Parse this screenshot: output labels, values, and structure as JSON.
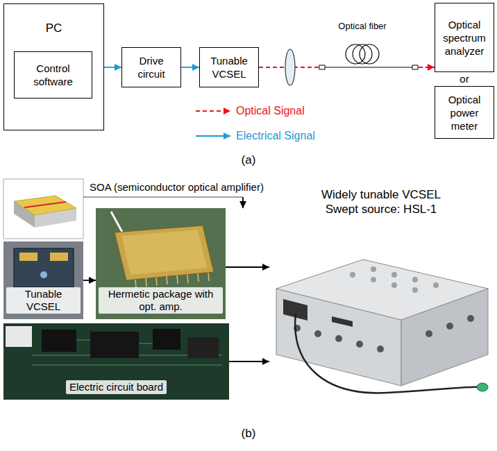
{
  "diagram": {
    "nodes": [
      {
        "text": [
          "PC"
        ]
      },
      {
        "text": [
          "Control software"
        ],
        "in": 0
      },
      {
        "text": [
          "Drive circuit"
        ]
      },
      {
        "text": [
          "Tunable VCSEL"
        ]
      },
      {
        "text": [
          "Optical spectrum analyzer"
        ]
      },
      {
        "text": [
          "Optical power meter"
        ]
      },
      {
        "text": [
          "SOA (semiconductor optical amplifier)"
        ]
      },
      {
        "text": [
          "Tunable VCSEL"
        ]
      },
      {
        "text": [
          "Hermetic package with opt. amp."
        ]
      },
      {
        "text": [
          "Widely tunable VCSEL Swept source: HSL-1"
        ]
      },
      {
        "text": [
          "Electric circuit board"
        ]
      }
    ],
    "edges": [
      {
        "from": 0,
        "to": 2,
        "arrow": "to"
      },
      {
        "from": 2,
        "to": 3,
        "arrow": "to"
      },
      {
        "from": 3,
        "to": 4,
        "arrow": "to"
      },
      {
        "from": 6,
        "to": 8,
        "arrow": "to"
      },
      {
        "from": 7,
        "to": 8,
        "arrow": "to"
      },
      {
        "from": 8,
        "to": 9,
        "arrow": "to"
      },
      {
        "from": 10,
        "to": 9,
        "arrow": "to"
      }
    ],
    "labels": [
      "Optical fiber",
      "or",
      "(a)",
      "(b)"
    ],
    "legend": [
      {
        "text": "Optical Signal"
      },
      {
        "text": "Electrical Signal"
      }
    ]
  }
}
